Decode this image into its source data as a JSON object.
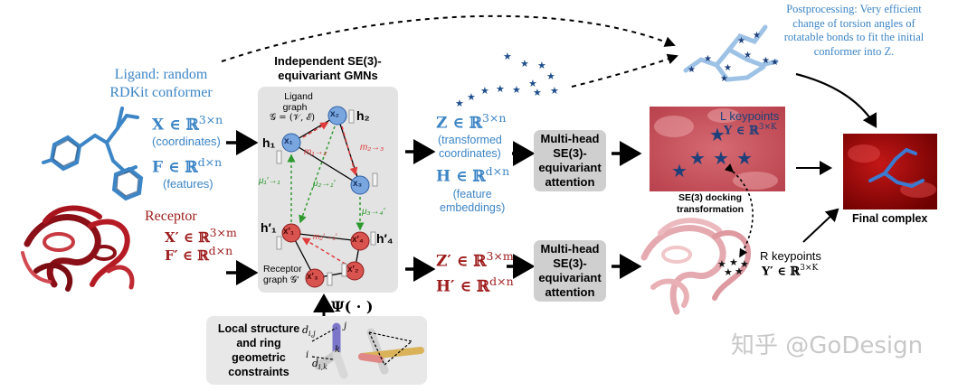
{
  "ligand": {
    "caption_line1": "Ligand: random",
    "caption_line2": "RDKit conformer",
    "X_math": "X ∈ ℝ",
    "X_sup": "3×n",
    "X_caption": "(coordinates)",
    "F_math": "F ∈ ℝ",
    "F_sup": "d×n",
    "F_caption": "(features)"
  },
  "receptor": {
    "caption": "Receptor",
    "X_math": "X′ ∈ ℝ",
    "X_sup": "3×m",
    "F_math": "F′ ∈ ℝ",
    "F_sup": "d×n"
  },
  "gmn": {
    "title_line1": "Independent SE(3)-",
    "title_line2": "equivariant GMNs",
    "ligand_graph_line1": "Ligand",
    "ligand_graph_line2": "graph",
    "ligand_graph_math": "𝒢 = (𝒱, ℰ)",
    "receptor_graph_line1": "Receptor",
    "receptor_graph_line2": "graph 𝒢′",
    "h1": "h₁",
    "h2": "h₂",
    "h1p": "h′₁",
    "h4p": "h′₄",
    "x1": "x₁",
    "x2": "x₂",
    "x3": "x₃",
    "x1p": "x′₁",
    "x2p": "x′₂",
    "x3p": "x′₃",
    "x4p": "x′₄",
    "m12": "m₁→₂",
    "m23": "m₂→₃",
    "m2p1p": "m₂′→₁′",
    "mu1p1": "μ₁′→₁",
    "mu21p": "μ₂→₁′",
    "mu34p": "μ₃→₄′",
    "psi": "Ψ( · )"
  },
  "local_box": {
    "line1": "Local structure",
    "line2": "and ring",
    "line3": "geometric",
    "line4": "constraints",
    "dij": "d",
    "dij_sub": "i,j",
    "dik": "d",
    "dik_sub": "i,k",
    "i": "i",
    "j": "j",
    "k": "k"
  },
  "transformed": {
    "Z_math": "Z ∈ ℝ",
    "Z_sup": "3×n",
    "Z_caption_line1": "(transformed",
    "Z_caption_line2": "coordinates)",
    "H_math": "H ∈ ℝ",
    "H_sup": "d×n",
    "H_caption_line1": "(feature",
    "H_caption_line2": "embeddings)",
    "Zp_math": "Z′ ∈ ℝ",
    "Zp_sup": "3×m",
    "Hp_math": "H′ ∈ ℝ",
    "Hp_sup": "d×n"
  },
  "attention": {
    "top_line1": "Multi-head",
    "top_line2": "SE(3)-",
    "top_line3": "equivariant",
    "top_line4": "attention",
    "bottom_line1": "Multi-head",
    "bottom_line2": "SE(3)-",
    "bottom_line3": "equivariant",
    "bottom_line4": "attention"
  },
  "keypoints": {
    "L_label": "L keypoints",
    "L_math": "Y ∈ ℝ",
    "L_sup": "3×K",
    "R_label": "R keypoints",
    "R_math": "Y′ ∈ ℝ",
    "R_sup": "3×K",
    "docking_line1": "SE(3) docking",
    "docking_line2": "transformation"
  },
  "postprocessing": {
    "line1": "Postprocessing: Very efficient",
    "line2": "change of torsion angles of",
    "line3": "rotatable bonds to fit the initial",
    "line4": "conformer into Z."
  },
  "final": {
    "caption": "Final complex"
  },
  "watermark": "知乎 @GoDesign",
  "colors": {
    "ligand_blue": "#3c85c6",
    "receptor_red": "#9e1b1b",
    "star_navy": "#1e3f7a",
    "message_red": "#e03c3c",
    "cross_green": "#2e9a2e",
    "panel_gray": "#e3e3e3",
    "attention_gray": "#cfcfcf"
  }
}
